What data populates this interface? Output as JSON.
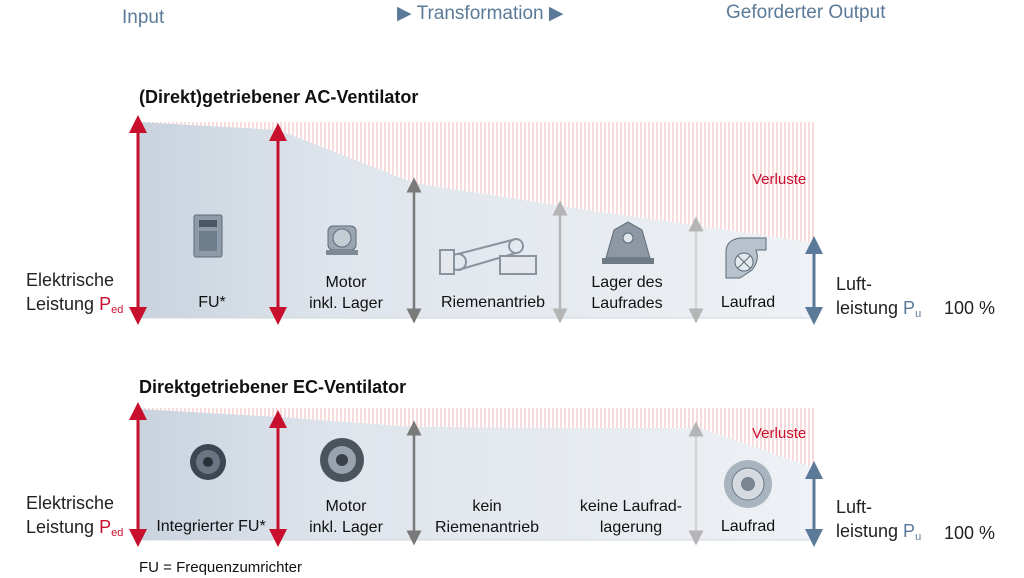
{
  "header": {
    "input": "Input",
    "transformation": "Transformation",
    "output": "Geforderter Output"
  },
  "colors": {
    "power_arrow": "#c8102e",
    "gray_arrow": "#7a7a7a",
    "output_arrow": "#5b7a99",
    "loss_hatch": "#f0b0b0",
    "area_fill": "#dfe5ec"
  },
  "ac": {
    "title": "(Direkt)getriebener AC-Ventilator",
    "left_label_1": "Elektrische",
    "left_label_2": "Leistung P",
    "left_sub": "ed",
    "segments": [
      {
        "line1": "FU*",
        "line2": "",
        "icon": "frequency-converter-icon"
      },
      {
        "line1": "Motor",
        "line2": "inkl. Lager",
        "icon": "motor-icon"
      },
      {
        "line1": "Riemenantrieb",
        "line2": "",
        "icon": "belt-drive-icon"
      },
      {
        "line1": "Lager des",
        "line2": "Laufrades",
        "icon": "bearing-icon"
      },
      {
        "line1": "Laufrad",
        "line2": "",
        "icon": "impeller-icon"
      }
    ],
    "losses": "Verluste",
    "right_label_1": "Luft-",
    "right_label_2": "leistung P",
    "right_sub": "u",
    "percent": "100 %"
  },
  "ec": {
    "title": "Direktgetriebener EC-Ventilator",
    "left_label_1": "Elektrische",
    "left_label_2": "Leistung P",
    "left_sub": "ed",
    "segments": [
      {
        "line1": "Integrierter FU*",
        "line2": "",
        "icon": "integrated-converter-icon"
      },
      {
        "line1": "Motor",
        "line2": "inkl. Lager",
        "icon": "ec-motor-icon"
      },
      {
        "line1": "kein",
        "line2": "Riemenantrieb",
        "icon": ""
      },
      {
        "line1": "keine Laufrad-",
        "line2": "lagerung",
        "icon": ""
      },
      {
        "line1": "Laufrad",
        "line2": "",
        "icon": "ec-impeller-icon"
      }
    ],
    "losses": "Verluste",
    "right_label_1": "Luft-",
    "right_label_2": "leistung P",
    "right_sub": "u",
    "percent": "100 %"
  },
  "footnote": "FU = Frequenzumrichter"
}
